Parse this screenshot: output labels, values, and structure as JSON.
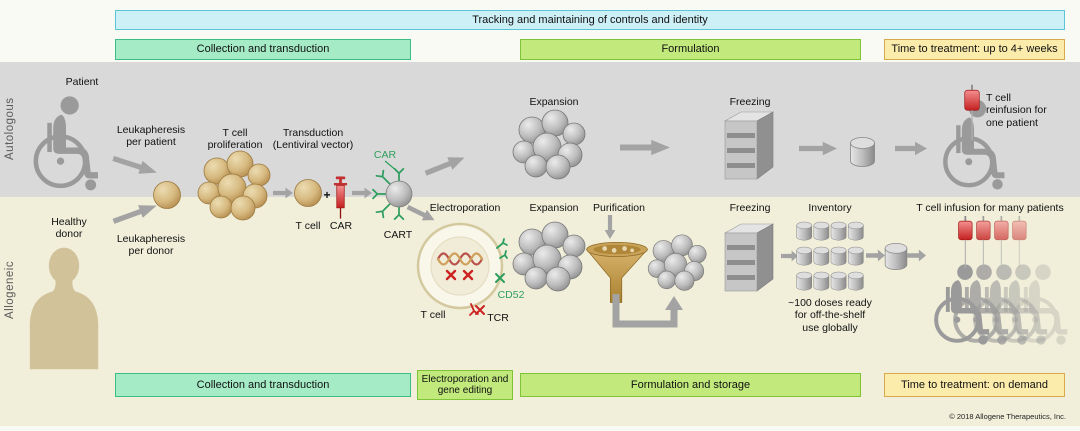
{
  "banners": {
    "tracking": "Tracking and maintaining of controls and identity",
    "collection_top": "Collection and transduction",
    "formulation": "Formulation",
    "time_top": "Time to treatment: up to 4+ weeks",
    "collection_bottom": "Collection and transduction",
    "electro_editing": "Electroporation and gene editing",
    "formulation_storage": "Formulation and storage",
    "time_bottom": "Time to treatment: on demand"
  },
  "lanes": {
    "autologous": "Autologous",
    "allogeneic": "Allogeneic"
  },
  "auto": {
    "patient": "Patient",
    "leukapheresis": "Leukapheresis per patient",
    "proliferation": "T cell proliferation",
    "transduction": "Transduction (Lentiviral vector)",
    "t_cell": "T cell",
    "plus": "+",
    "car_syringe": "CAR",
    "car_receptor": "CAR",
    "cart": "CART",
    "expansion": "Expansion",
    "freezing": "Freezing",
    "reinfusion": "T cell reinfusion for one patient"
  },
  "allo": {
    "donor": "Healthy donor",
    "leukapheresis": "Leukapheresis per donor",
    "electroporation": "Electroporation",
    "t_cell": "T cell",
    "tcr": "TCR",
    "cd52": "CD52",
    "expansion": "Expansion",
    "purification": "Purification",
    "freezing": "Freezing",
    "inventory": "Inventory",
    "doses": "~100 doses ready for off-the-shelf use globally",
    "infusion": "T cell infusion for many patients"
  },
  "footer": {
    "copyright": "© 2018 Allogene Therapeutics, Inc."
  },
  "colors": {
    "accent_green": "#2e9e5e",
    "accent_red": "#c42020",
    "band_gray": "#d9d9d9",
    "band_cream": "#f1efda",
    "banner_cyan": "#cdeff6",
    "banner_mint": "#a5ebc6",
    "banner_lime": "#c1e97c",
    "banner_yellow": "#fcecac",
    "cell_tan": "#d6b97f",
    "cell_gray": "#bdbdbd"
  }
}
